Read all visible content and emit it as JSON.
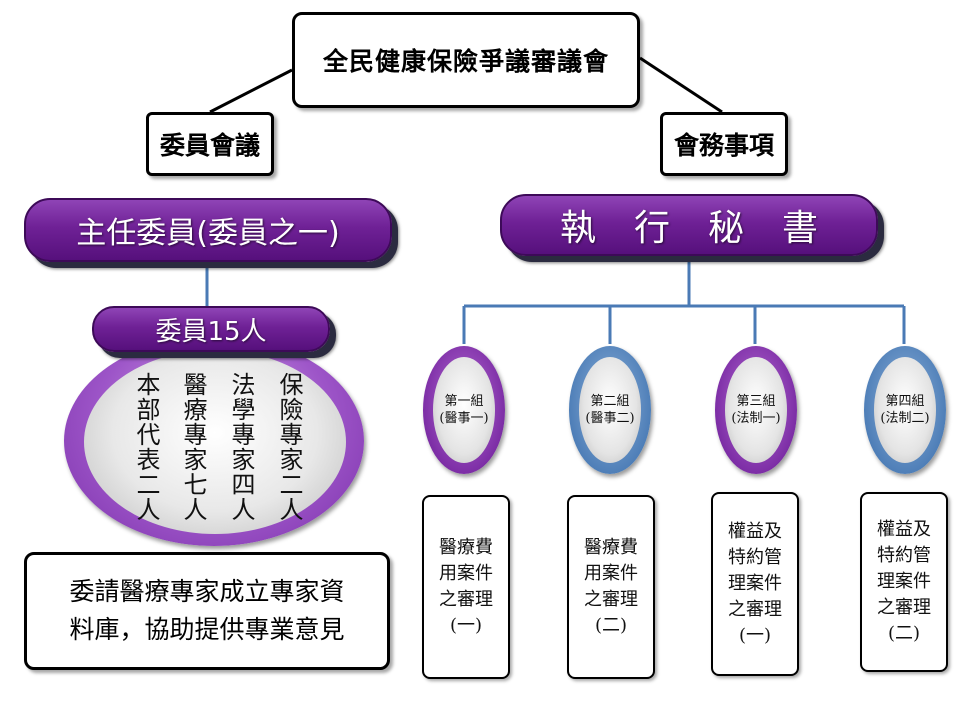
{
  "title": "全民健康保險爭議審議會",
  "left_tag": "委員會議",
  "right_tag": "會務事項",
  "chair": "主任委員(委員之一)",
  "executive_secretary": "執行秘書",
  "members": {
    "label": "委員15人",
    "columns": [
      "保險專家二人",
      "法學專家四人",
      "醫療專家七人",
      "本部代表二人"
    ]
  },
  "expert_note": {
    "line1": "委請醫療專家成立專家資",
    "line2": "料庫，協助提供專業意見"
  },
  "groups": [
    {
      "name": "第一組",
      "sub": "(醫事一)",
      "duty": [
        "醫療費",
        "用案件",
        "之審理"
      ],
      "suffix": "(一)"
    },
    {
      "name": "第二組",
      "sub": "(醫事二)",
      "duty": [
        "醫療費",
        "用案件",
        "之審理"
      ],
      "suffix": "(二)"
    },
    {
      "name": "第三組",
      "sub": "(法制一)",
      "duty": [
        "權益及",
        "特約管",
        "理案件",
        "之審理"
      ],
      "suffix": "(一)"
    },
    {
      "name": "第四組",
      "sub": "(法制二)",
      "duty": [
        "權益及",
        "特約管",
        "理案件",
        "之審理"
      ],
      "suffix": "(二)"
    }
  ],
  "colors": {
    "pill_purple": "#6f2196",
    "ring_purple": "#7d2ea6",
    "ring_blue": "#4f7fb8",
    "connector_blue": "#4a7ab5"
  }
}
